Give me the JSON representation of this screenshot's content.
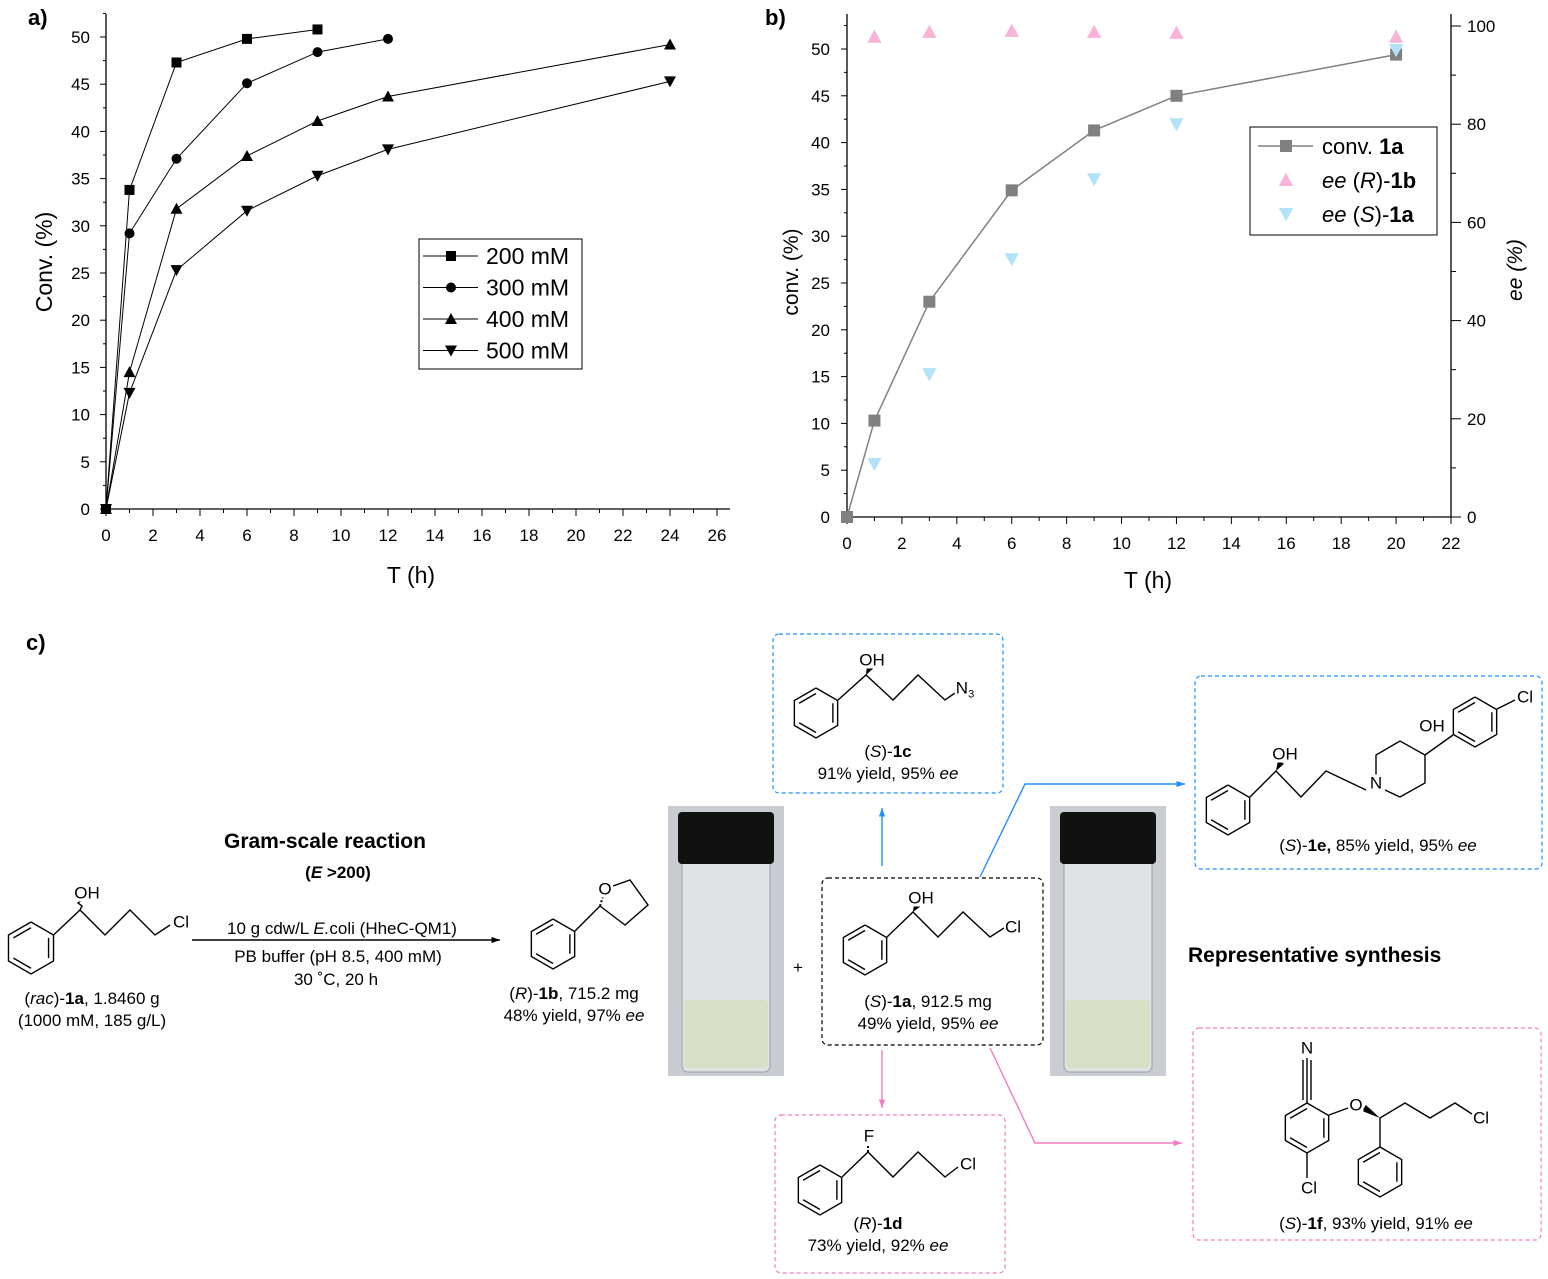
{
  "panels": {
    "a": "a)",
    "b": "b)",
    "c": "c)"
  },
  "chart_data": [
    {
      "type": "line",
      "panel": "a",
      "xlabel": "T (h)",
      "ylabel": "Conv. (%)",
      "xlim": [
        0,
        26
      ],
      "ylim": [
        0,
        52
      ],
      "xticks": [
        0,
        2,
        4,
        6,
        8,
        10,
        12,
        14,
        16,
        18,
        20,
        22,
        24,
        26
      ],
      "yticks": [
        0,
        5,
        10,
        15,
        20,
        25,
        30,
        35,
        40,
        45,
        50
      ],
      "legend_position": "center-right",
      "series": [
        {
          "name": "200 mM",
          "marker": "square",
          "x": [
            0,
            1,
            3,
            6,
            9
          ],
          "y": [
            0,
            33.8,
            47.3,
            49.8,
            50.8
          ]
        },
        {
          "name": "300 mM",
          "marker": "circle",
          "x": [
            0,
            1,
            3,
            6,
            9,
            12
          ],
          "y": [
            0,
            29.2,
            37.1,
            45.1,
            48.4,
            49.8
          ]
        },
        {
          "name": "400 mM",
          "marker": "triangle-up",
          "x": [
            0,
            1,
            3,
            6,
            9,
            12,
            24
          ],
          "y": [
            0,
            14.5,
            31.8,
            37.4,
            41.1,
            43.7,
            49.2
          ]
        },
        {
          "name": "500 mM",
          "marker": "triangle-down",
          "x": [
            0,
            1,
            3,
            6,
            9,
            12,
            24
          ],
          "y": [
            0,
            12.3,
            25.3,
            31.6,
            35.3,
            38.1,
            45.3
          ]
        }
      ]
    },
    {
      "type": "line",
      "panel": "b",
      "xlabel": "T (h)",
      "ylabel": "conv. (%)",
      "y2label": "ee (%)",
      "xlim": [
        0,
        22
      ],
      "ylim": [
        0,
        52
      ],
      "y2lim": [
        0,
        100
      ],
      "xticks": [
        0,
        2,
        4,
        6,
        8,
        10,
        12,
        14,
        16,
        18,
        20,
        22
      ],
      "yticks": [
        0,
        5,
        10,
        15,
        20,
        25,
        30,
        35,
        40,
        45,
        50
      ],
      "y2ticks": [
        0,
        20,
        40,
        60,
        80,
        100
      ],
      "legend_position": "center-right",
      "series": [
        {
          "name": "conv. 1a",
          "legend_parts": [
            {
              "t": "conv. ",
              "s": ""
            },
            {
              "t": "1a",
              "s": "b"
            }
          ],
          "axis": "left",
          "marker": "square",
          "color": "#808080",
          "line": true,
          "x": [
            0,
            1,
            3,
            6,
            9,
            12,
            20
          ],
          "y": [
            0,
            10.3,
            23.0,
            34.9,
            41.3,
            45.0,
            49.4
          ]
        },
        {
          "name": "ee (R)-1b",
          "legend_parts": [
            {
              "t": "ee",
              "s": "i"
            },
            {
              "t": " (",
              "s": ""
            },
            {
              "t": "R",
              "s": "i"
            },
            {
              "t": ")-",
              "s": ""
            },
            {
              "t": "1b",
              "s": "b"
            }
          ],
          "axis": "right",
          "marker": "triangle-up",
          "color": "#f9b3d9",
          "line": false,
          "x": [
            1,
            3,
            6,
            9,
            12,
            20
          ],
          "y": [
            97.8,
            98.8,
            99.0,
            98.8,
            98.6,
            97.8
          ]
        },
        {
          "name": "ee (S)-1a",
          "legend_parts": [
            {
              "t": "ee",
              "s": "i"
            },
            {
              "t": " (",
              "s": ""
            },
            {
              "t": "S",
              "s": "i"
            },
            {
              "t": ")-",
              "s": ""
            },
            {
              "t": "1a",
              "s": "b"
            }
          ],
          "axis": "right",
          "marker": "triangle-down",
          "color": "#b3e3fb",
          "line": false,
          "x": [
            1,
            3,
            6,
            9,
            12,
            20
          ],
          "y": [
            10.8,
            29.1,
            52.5,
            68.8,
            80.0,
            95.1
          ]
        }
      ]
    }
  ],
  "scheme": {
    "title": "Gram-scale reaction",
    "subtitle": [
      {
        "t": "(",
        "s": ""
      },
      {
        "t": "E",
        "s": "i"
      },
      {
        "t": " >200)",
        "s": ""
      }
    ],
    "conditions": [
      [
        {
          "t": "10 g cdw/L ",
          "s": ""
        },
        {
          "t": "E.",
          "s": "i"
        },
        {
          "t": "coli (HheC-QM1)",
          "s": ""
        }
      ],
      [
        {
          "t": "PB buffer (pH 8.5, 400 mM)",
          "s": ""
        }
      ],
      [
        {
          "t": "30 ˚C, 20 h",
          "s": ""
        }
      ]
    ],
    "plus": "+",
    "representative": "Representative synthesis",
    "atoms": {
      "oh": "OH",
      "cl": "Cl",
      "o": "O",
      "n": "N",
      "n3": "N",
      "n3_sub": "3",
      "f": "F"
    },
    "compounds": {
      "rac1a": [
        [
          {
            "t": "(",
            "s": ""
          },
          {
            "t": "rac",
            "s": "i"
          },
          {
            "t": ")-",
            "s": ""
          },
          {
            "t": "1a",
            "s": "b"
          },
          {
            "t": ", 1.8460 g",
            "s": ""
          }
        ],
        [
          {
            "t": "(1000 mM, 185 g/L)",
            "s": ""
          }
        ]
      ],
      "r1b": [
        [
          {
            "t": "(",
            "s": ""
          },
          {
            "t": "R",
            "s": "i"
          },
          {
            "t": ")-",
            "s": ""
          },
          {
            "t": "1b",
            "s": "b"
          },
          {
            "t": ", 715.2 mg",
            "s": ""
          }
        ],
        [
          {
            "t": "48% yield, 97% ",
            "s": ""
          },
          {
            "t": "ee",
            "s": "i"
          }
        ]
      ],
      "s1a": [
        [
          {
            "t": "(",
            "s": ""
          },
          {
            "t": "S",
            "s": "i"
          },
          {
            "t": ")-",
            "s": ""
          },
          {
            "t": "1a",
            "s": "b"
          },
          {
            "t": ", 912.5 mg",
            "s": ""
          }
        ],
        [
          {
            "t": "49% yield, 95% ",
            "s": ""
          },
          {
            "t": "ee",
            "s": "i"
          }
        ]
      ],
      "s1c": [
        [
          {
            "t": "(",
            "s": ""
          },
          {
            "t": "S",
            "s": "i"
          },
          {
            "t": ")-",
            "s": ""
          },
          {
            "t": "1c",
            "s": "b"
          }
        ],
        [
          {
            "t": "91% yield, 95% ",
            "s": ""
          },
          {
            "t": "ee",
            "s": "i"
          }
        ]
      ],
      "r1d": [
        [
          {
            "t": "(",
            "s": ""
          },
          {
            "t": "R",
            "s": "i"
          },
          {
            "t": ")-",
            "s": ""
          },
          {
            "t": "1d",
            "s": "b"
          }
        ],
        [
          {
            "t": "73% yield, 92% ",
            "s": ""
          },
          {
            "t": "ee",
            "s": "i"
          }
        ]
      ],
      "s1e": [
        [
          {
            "t": "(",
            "s": ""
          },
          {
            "t": "S",
            "s": "i"
          },
          {
            "t": ")-",
            "s": ""
          },
          {
            "t": "1e,",
            "s": "b"
          },
          {
            "t": " 85% yield, 95% ",
            "s": ""
          },
          {
            "t": "ee",
            "s": "i"
          }
        ]
      ],
      "s1f": [
        [
          {
            "t": "(",
            "s": ""
          },
          {
            "t": "S",
            "s": "i"
          },
          {
            "t": ")-",
            "s": ""
          },
          {
            "t": "1f",
            "s": "b"
          },
          {
            "t": ", 93% yield, 91% ",
            "s": ""
          },
          {
            "t": "ee",
            "s": "i"
          }
        ]
      ]
    }
  },
  "colors": {
    "blue": "#1e90ff",
    "pink": "#f27cbf",
    "black": "#000000"
  }
}
